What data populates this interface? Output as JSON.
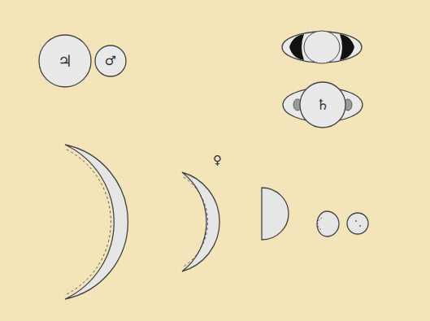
{
  "diagram": {
    "nodes": [
      {
        "text": [
          "♃"
        ]
      },
      {
        "text": [
          "♂"
        ]
      },
      {
        "text": [
          "♄"
        ]
      }
    ],
    "labels": [
      "♀"
    ]
  }
}
